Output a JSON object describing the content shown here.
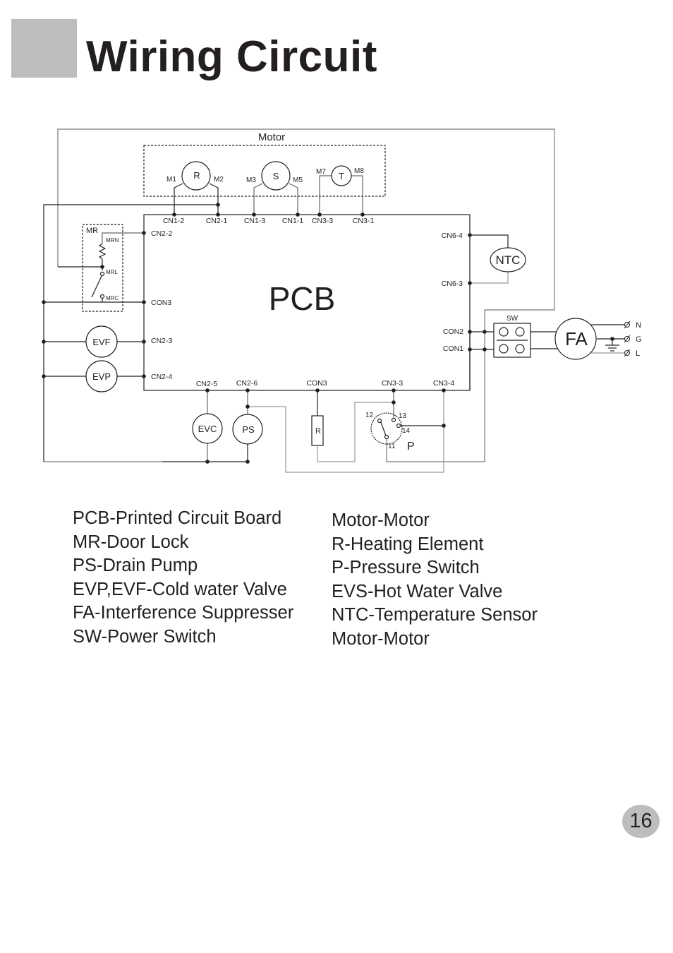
{
  "page": {
    "title": "Wiring Circuit",
    "page_number": "16"
  },
  "diagram": {
    "motor_group_label": "Motor",
    "pcb_label": "PCB",
    "motor_windings": [
      {
        "id": "R",
        "left_pin": "M1",
        "right_pin": "M2"
      },
      {
        "id": "S",
        "left_pin": "M3",
        "right_pin": "M5"
      },
      {
        "id": "T",
        "left_pin": "M7",
        "right_pin": "M8"
      }
    ],
    "pcb_top_connectors": [
      "CN1-2",
      "CN2-1",
      "CN1-3",
      "CN1-1",
      "CN3-3",
      "CN3-1"
    ],
    "pcb_left_connectors": [
      "CN2-2",
      "CON3",
      "CN2-3",
      "CN2-4"
    ],
    "pcb_bottom_connectors": [
      "CN2-5",
      "CN2-6",
      "CON3",
      "CN3-3",
      "CN3-4"
    ],
    "pcb_right_connectors": [
      "CN6-4",
      "CN6-3",
      "CON2",
      "CON1"
    ],
    "door_lock": {
      "label": "MR",
      "pins": [
        "MRN",
        "MRL",
        "MRC"
      ]
    },
    "components": {
      "ntc": "NTC",
      "evf": "EVF",
      "evp": "EVP",
      "evc": "EVC",
      "ps": "PS",
      "heater": "R",
      "switch": "SW",
      "suppressor": "FA",
      "pressure_switch": "P"
    },
    "pressure_switch_pins": [
      "12",
      "13",
      "14",
      "11"
    ],
    "mains_terminals": [
      "N",
      "G",
      "L"
    ]
  },
  "legend": {
    "left": [
      "PCB-Printed Circuit Board",
      "MR-Door Lock",
      "PS-Drain Pump",
      "EVP,EVF-Cold water Valve",
      "FA-Interference Suppresser",
      "SW-Power Switch"
    ],
    "right": [
      "Motor-Motor",
      "R-Heating Element",
      "P-Pressure Switch",
      "EVS-Hot Water Valve",
      "NTC-Temperature Sensor",
      "Motor-Motor"
    ]
  }
}
